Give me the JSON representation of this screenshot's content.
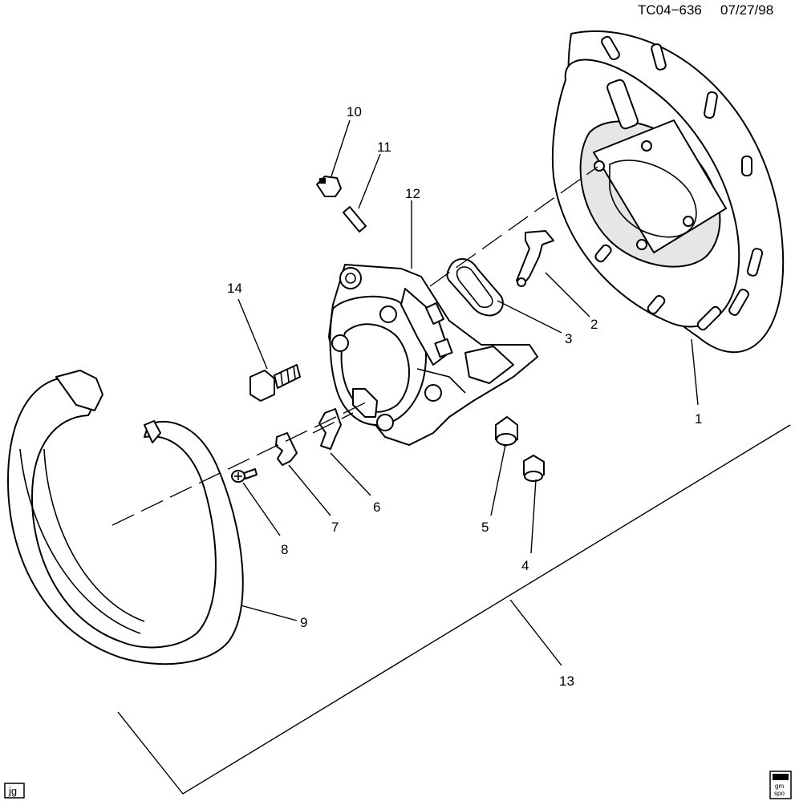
{
  "header": {
    "drawing_id": "TC04−636",
    "date": "07/27/98"
  },
  "footer": {
    "initials": "jg",
    "logo_line1": "gm",
    "logo_line2": "spo"
  },
  "callouts": [
    {
      "id": "callout-1",
      "text": "1"
    },
    {
      "id": "callout-2",
      "text": "2"
    },
    {
      "id": "callout-3",
      "text": "3"
    },
    {
      "id": "callout-4",
      "text": "4"
    },
    {
      "id": "callout-5",
      "text": "5"
    },
    {
      "id": "callout-6",
      "text": "6"
    },
    {
      "id": "callout-7",
      "text": "7"
    },
    {
      "id": "callout-8",
      "text": "8"
    },
    {
      "id": "callout-9",
      "text": "9"
    },
    {
      "id": "callout-10",
      "text": "10"
    },
    {
      "id": "callout-11",
      "text": "11"
    },
    {
      "id": "callout-12",
      "text": "12"
    },
    {
      "id": "callout-13",
      "text": "13"
    },
    {
      "id": "callout-14",
      "text": "14"
    }
  ],
  "colors": {
    "ink": "#000000",
    "paper": "#ffffff",
    "shade": "#e6e6e6"
  }
}
